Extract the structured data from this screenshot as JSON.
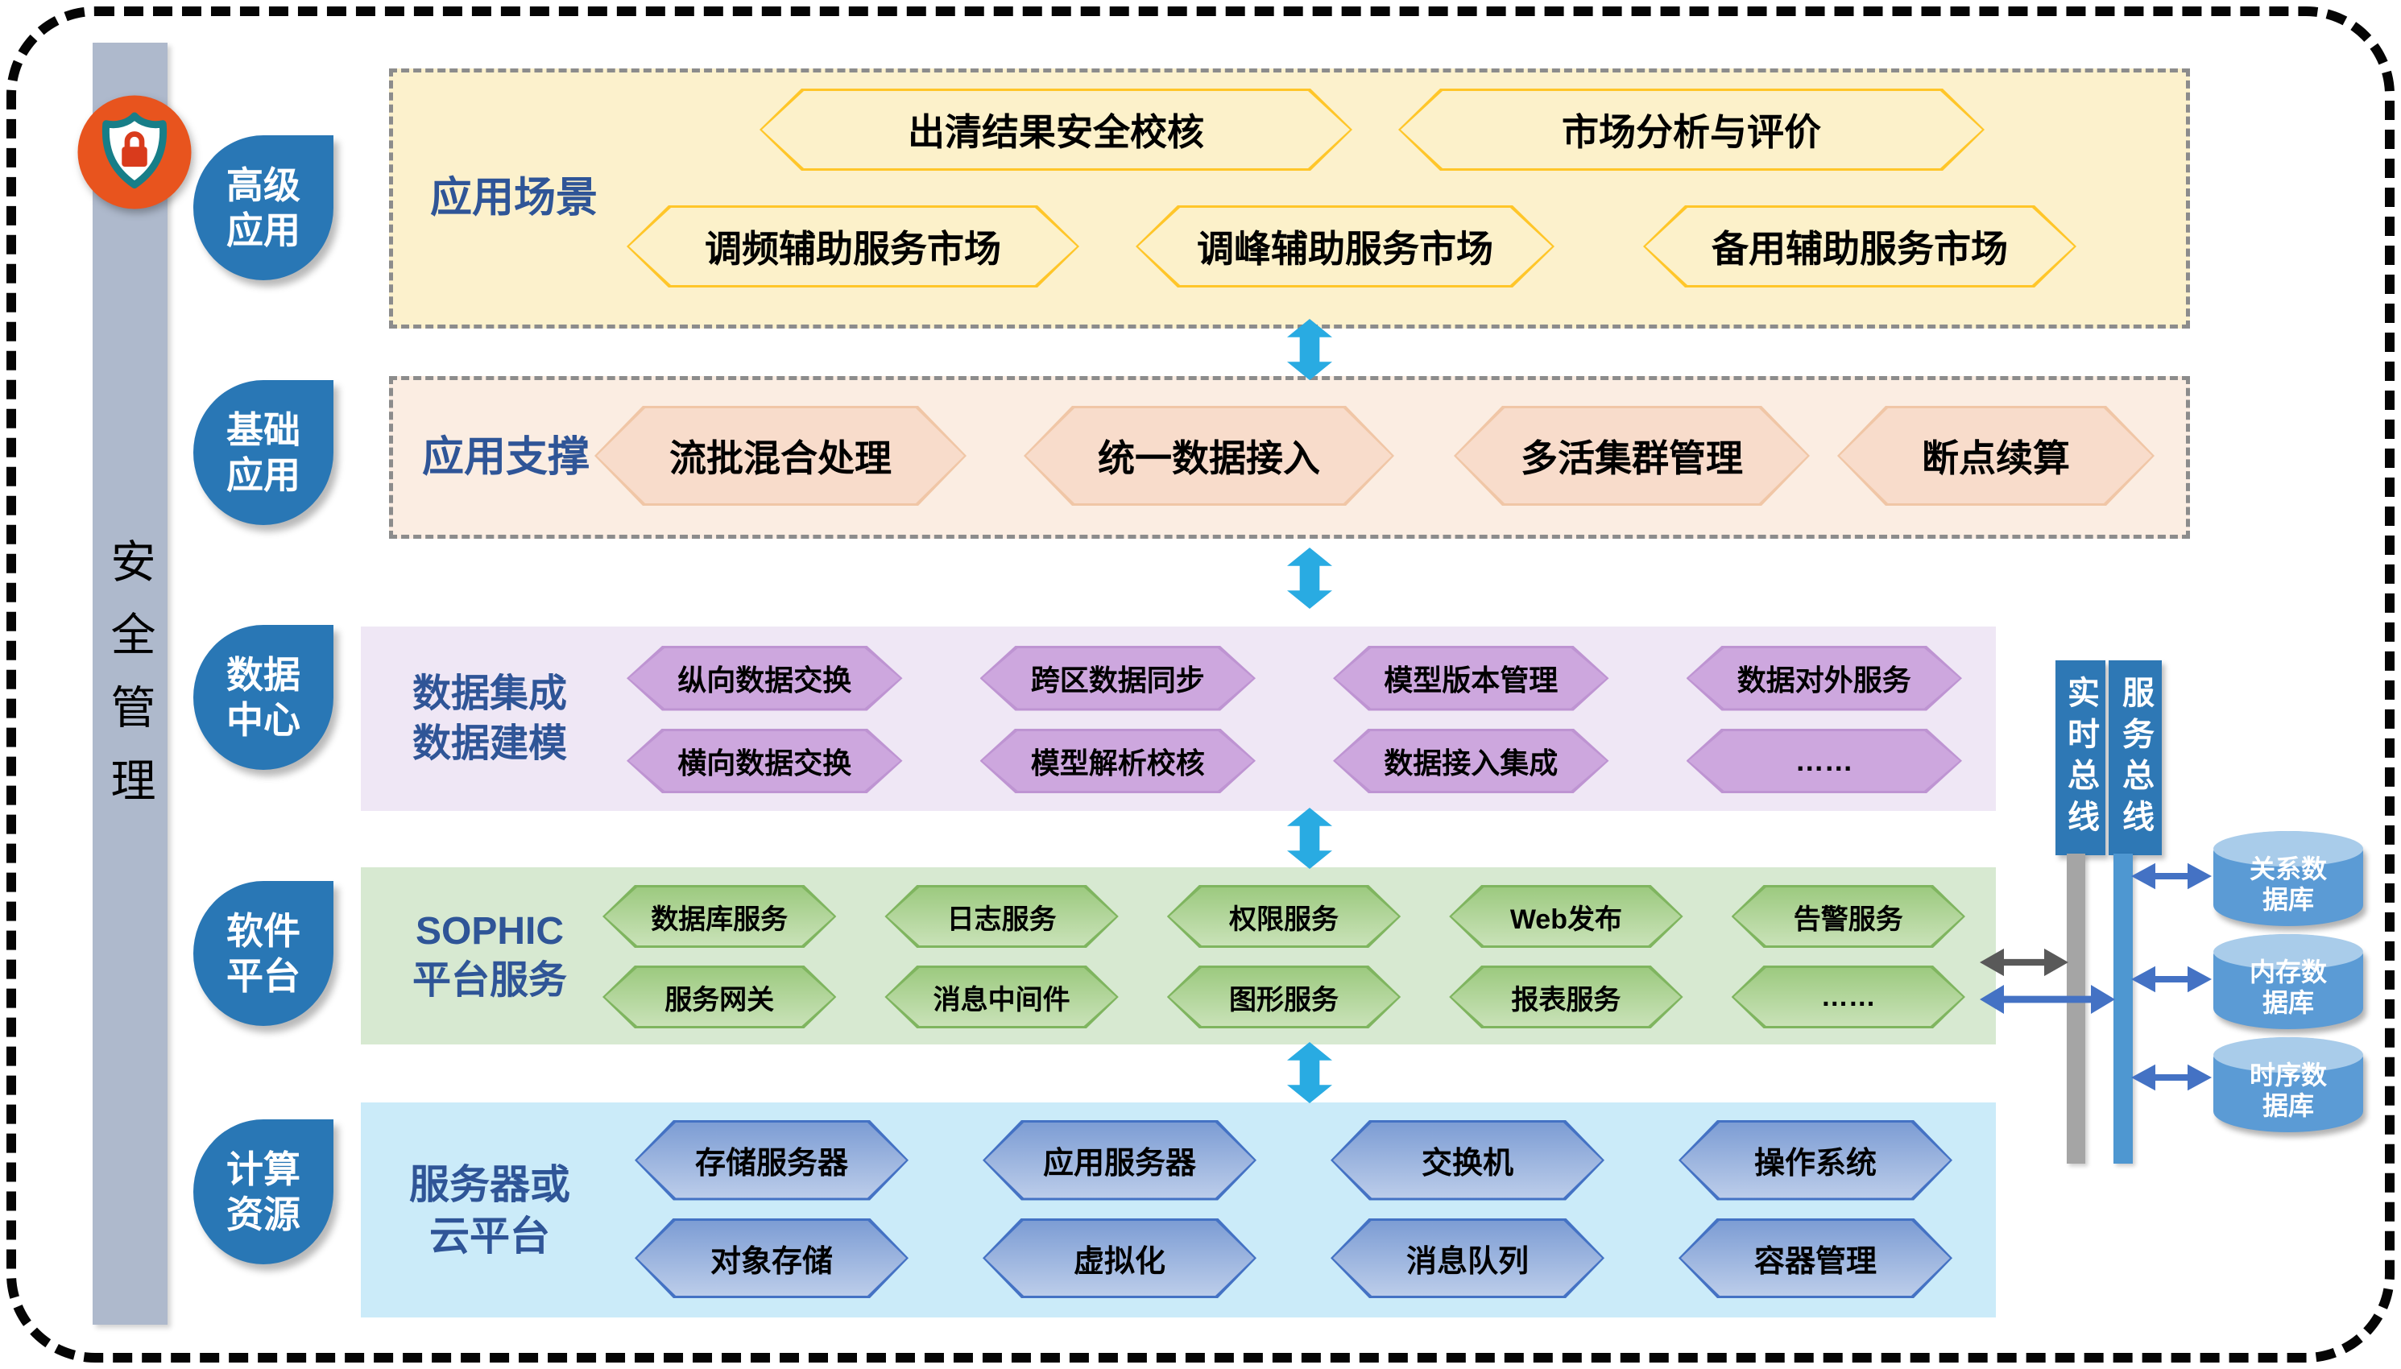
{
  "security": {
    "label": "安全管理"
  },
  "pills": [
    {
      "line1": "高级",
      "line2": "应用"
    },
    {
      "line1": "基础",
      "line2": "应用"
    },
    {
      "line1": "数据",
      "line2": "中心"
    },
    {
      "line1": "软件",
      "line2": "平台"
    },
    {
      "line1": "计算",
      "line2": "资源"
    }
  ],
  "scene": {
    "title": "应用场景",
    "top_items": [
      "出清结果安全校核",
      "市场分析与评价"
    ],
    "bottom_items": [
      "调频辅助服务市场",
      "调峰辅助服务市场",
      "备用辅助服务市场"
    ]
  },
  "support": {
    "title": "应用支撑",
    "items": [
      "流批混合处理",
      "统一数据接入",
      "多活集群管理",
      "断点续算"
    ]
  },
  "data_center": {
    "title_line1": "数据集成",
    "title_line2": "数据建模",
    "row1": [
      "纵向数据交换",
      "跨区数据同步",
      "模型版本管理",
      "数据对外服务"
    ],
    "row2": [
      "横向数据交换",
      "模型解析校核",
      "数据接入集成",
      "……"
    ]
  },
  "platform": {
    "title_line1": "SOPHIC",
    "title_line2": "平台服务",
    "row1": [
      "数据库服务",
      "日志服务",
      "权限服务",
      "Web发布",
      "告警服务"
    ],
    "row2": [
      "服务网关",
      "消息中间件",
      "图形服务",
      "报表服务",
      "……"
    ]
  },
  "compute": {
    "title_line1": "服务器或",
    "title_line2": "云平台",
    "row1": [
      "存储服务器",
      "应用服务器",
      "交换机",
      "操作系统"
    ],
    "row2": [
      "对象存储",
      "虚拟化",
      "消息队列",
      "容器管理"
    ]
  },
  "buses": {
    "realtime": "实时总线",
    "service": "服务总线"
  },
  "databases": [
    {
      "line1": "关系数",
      "line2": "据库"
    },
    {
      "line1": "内存数",
      "line2": "据库"
    },
    {
      "line1": "时序数",
      "line2": "据库"
    }
  ],
  "colors": {
    "accent_blue": "#2977B5",
    "label_blue": "#2F5597",
    "security_bar_bg": "#AEB9CC",
    "scene_bg": "#FCF1CC",
    "scene_hex_fill": "#FCF1CA",
    "scene_hex_border": "#FFC629",
    "support_bg": "#FBEDE2",
    "support_hex_fill": "#F8DCCB",
    "support_hex_border": "#F0C6A6",
    "data_bg": "#EFE7F5",
    "data_hex_fill": "#CDA7DE",
    "data_hex_border": "#BE94D2",
    "platform_bg": "#D7E9D1",
    "platform_hex_top": "#9DCA80",
    "platform_hex_bottom": "#C9E2B8",
    "platform_hex_border": "#7FB55F",
    "compute_bg": "#CBEBF9",
    "compute_hex_top": "#7D9DD4",
    "compute_hex_bottom": "#BCCDEA",
    "compute_hex_border": "#4472C4",
    "cyan_arrow": "#29ABE2",
    "bus_label_bg": "#2E78B5",
    "realtime_bus_bar": "#A5A5A5",
    "service_bus_bar": "#4E97D1",
    "connector_gray": "#595959",
    "connector_blue": "#4472C4",
    "db_body": "#5B9BD5",
    "db_top": "#A9CCEA",
    "shield_orange": "#E8541E",
    "shield_teal": "#177E88",
    "lock_red": "#D93B1C"
  }
}
